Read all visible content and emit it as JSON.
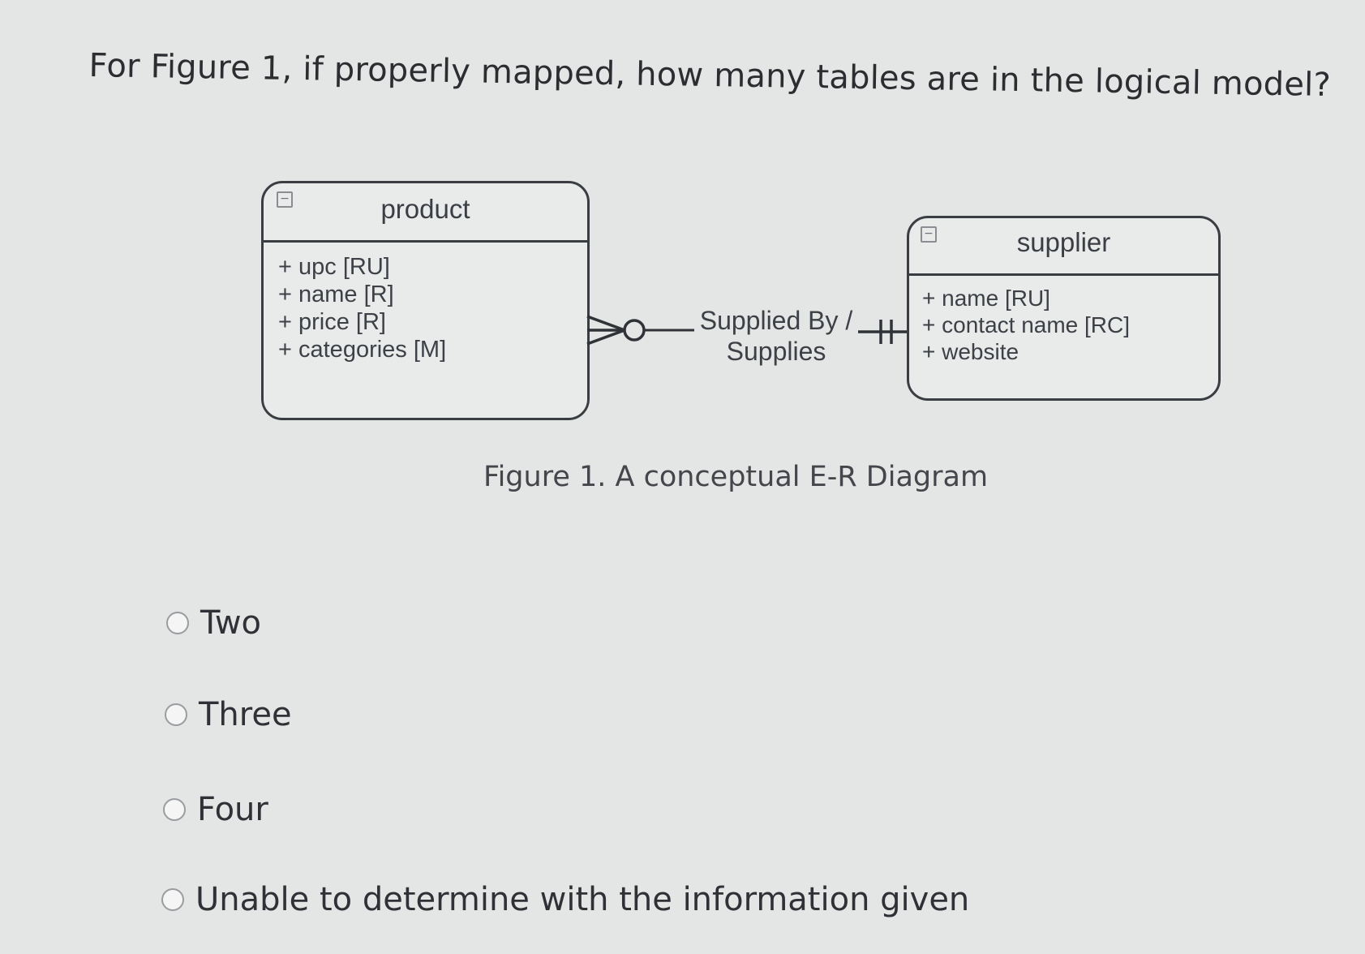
{
  "question": {
    "text": "For Figure 1, if properly mapped, how many tables are in the logical model?"
  },
  "figure": {
    "caption": "Figure 1. A conceptual E-R Diagram",
    "entities": [
      {
        "name": "product",
        "attributes": [
          "upc [RU]",
          "name [R]",
          "price [R]",
          "categories [M]"
        ]
      },
      {
        "name": "supplier",
        "attributes": [
          "name [RU]",
          "contact name [RC]",
          "website"
        ]
      }
    ],
    "relationship": {
      "line1": "Supplied By /",
      "line2": "Supplies",
      "product_side": "zero-or-many",
      "supplier_side": "one-and-only-one"
    }
  },
  "options": [
    {
      "label": "Two"
    },
    {
      "label": "Three"
    },
    {
      "label": "Four"
    },
    {
      "label": "Unable to determine with the information given"
    }
  ]
}
